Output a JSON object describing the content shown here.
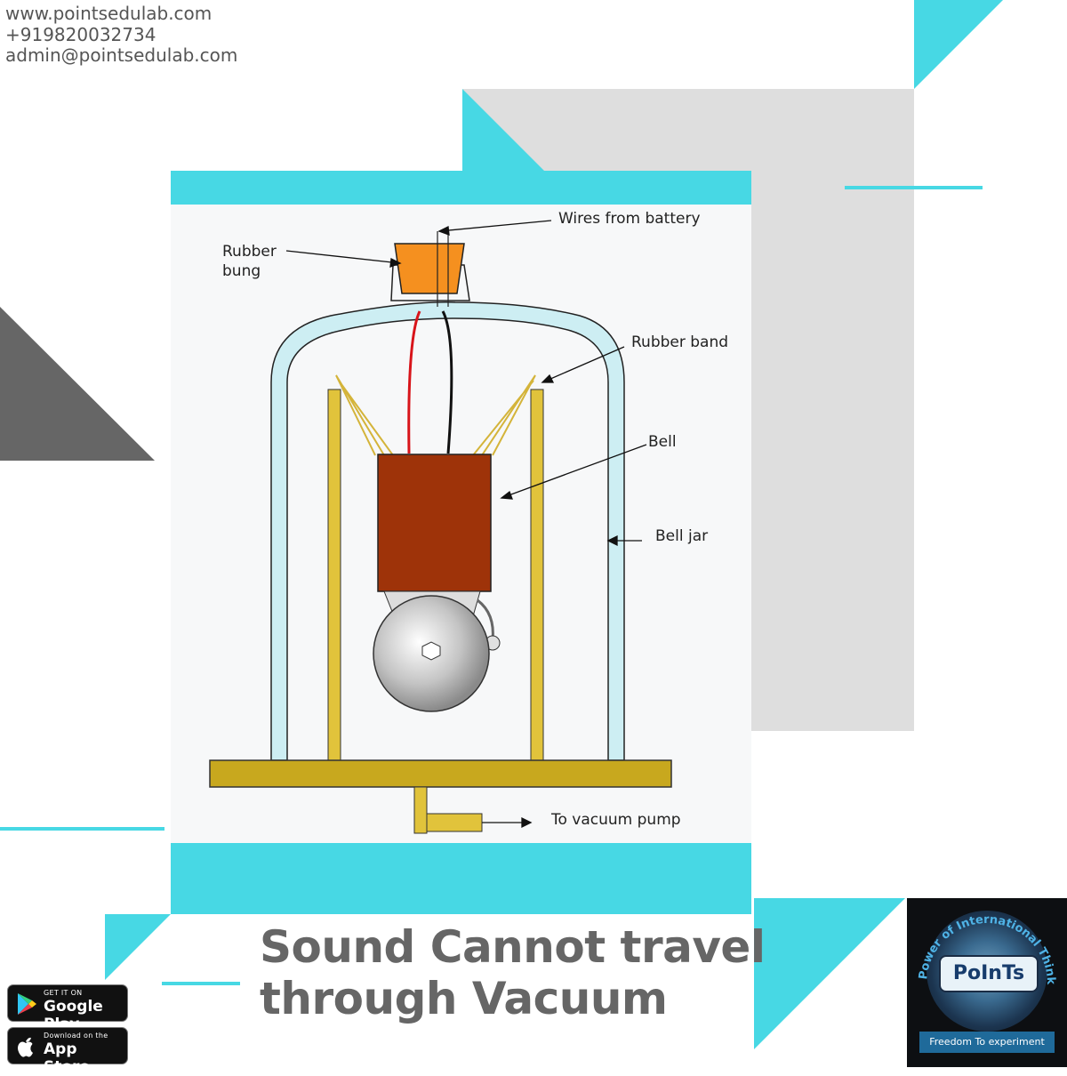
{
  "contact": {
    "website": "www.pointsedulab.com",
    "phone": "+919820032734",
    "email": "admin@pointsedulab.com"
  },
  "diagram": {
    "labels": {
      "wires": "Wires from battery",
      "bung_line1": "Rubber",
      "bung_line2": "bung",
      "band": "Rubber band",
      "bell": "Bell",
      "jar": "Bell jar",
      "pump": "To vacuum pump"
    }
  },
  "title": {
    "line1": "Sound Cannot travel",
    "line2": "through Vacuum"
  },
  "badges": {
    "google_small": "GET IT ON",
    "google_big": "Google Play",
    "apple_small": "Download on the",
    "apple_big": "App Store"
  },
  "logo": {
    "word": "PoInTs",
    "ring_text": "Power of International Thinkers",
    "ribbon": "Freedom To experiment"
  },
  "colors": {
    "accent_cyan": "#47d8e4",
    "panel_gray": "#dedede",
    "dark_triangle": "#666666"
  }
}
